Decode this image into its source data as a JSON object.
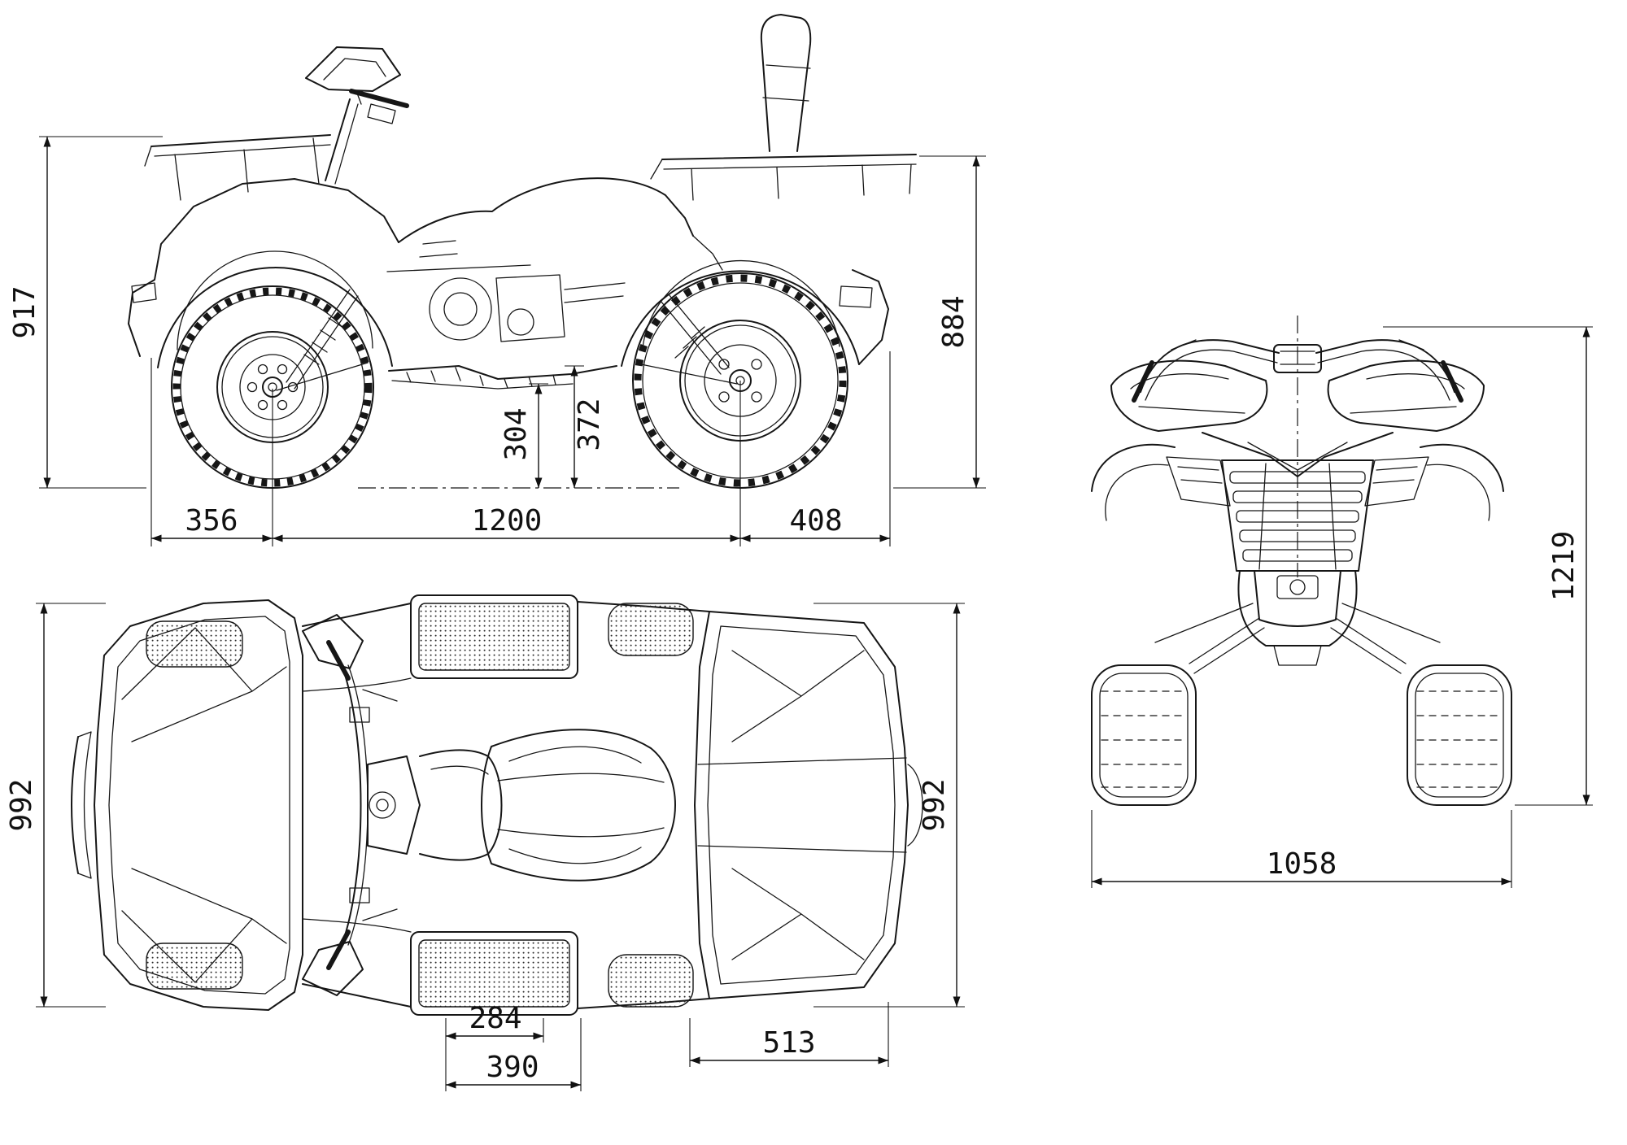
{
  "document": {
    "type": "technical-blueprint",
    "subject": "ATV quad bike three-view dimensional drawing",
    "background": "#ffffff",
    "line_color": "#161616",
    "views": [
      "side",
      "front",
      "top"
    ]
  },
  "side_view": {
    "dim_overall_height": "917",
    "dim_rack_height": "884",
    "dim_front_overhang": "356",
    "dim_wheelbase": "1200",
    "dim_rear_overhang": "408",
    "dim_ground_clearance": "304",
    "dim_frame_height": "372"
  },
  "front_view": {
    "dim_overall_height": "1219",
    "dim_overall_width": "1058"
  },
  "top_view": {
    "dim_front_width": "992",
    "dim_rear_width": "992",
    "dim_footboard_inner_width": "284",
    "dim_footboard_outer_width": "390",
    "dim_rear_section_length": "513"
  }
}
